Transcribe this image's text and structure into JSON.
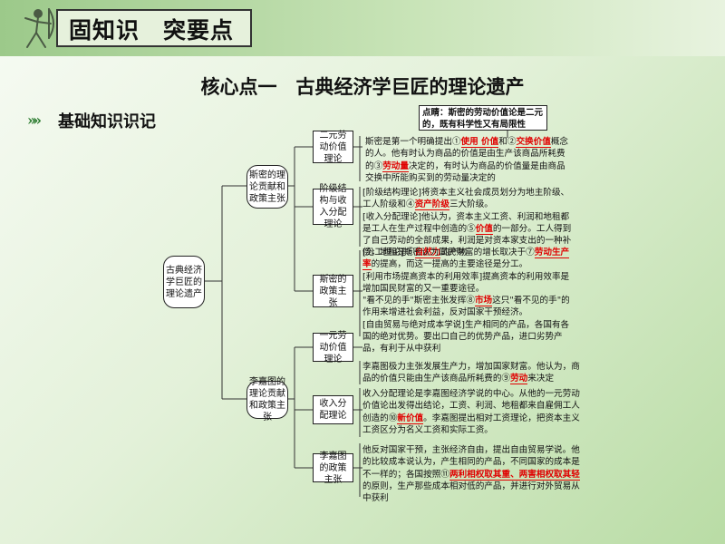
{
  "header": {
    "title": "固知识　突要点",
    "main_heading": "核心点一　古典经济学巨匠的理论遗产",
    "sub_heading": "基础知识识记"
  },
  "note": "点睛：斯密的劳动价值论是二元的，既有科学性又有局限性",
  "root": "古典经济学巨匠的理论遗产",
  "branches": {
    "smith": "斯密的理论贡献和政策主张",
    "ricardo": "李嘉图的理论贡献和政策主张"
  },
  "leaves": {
    "smith_value": "二元劳动价值理论",
    "smith_class": "阶级结构与收入分配理论",
    "smith_policy": "斯密的政策主张",
    "ricardo_value": "一元劳动价值理论",
    "ricardo_income": "收入分配理论",
    "ricardo_policy": "李嘉图的政策主张"
  },
  "content": {
    "smith_value": {
      "t1": "斯密是第一个明确提出①",
      "h1": "使用 价值",
      "t2": "和②",
      "h2": "交换价值",
      "t3": "概念的人。他有时认为商品的价值是由生产该商品所耗费的③",
      "h3": "劳动量",
      "t4": "决定的，有时认为商品的价值量是由商品交换中所能购买到的劳动量决定的"
    },
    "smith_class": {
      "t1": "[阶级结构理论]将资本主义社会成员划分为地主阶级、工人阶级和④",
      "h1": "资产阶级",
      "t2": "三大阶级。",
      "t3": "[收入分配理论]他认为，资本主义工资、利润和地租都是工人在生产过程中创造的⑤",
      "h2": "价值",
      "t4": "的一部分。工人得到了自己劳动的全部成果，利润是对资本家支出的一种补偿，地租是⑥",
      "h3": "自然力",
      "t5": "的产物"
    },
    "smith_policy": {
      "t1": "[分工理论]斯密认为国民财富的增长取决于⑦",
      "h1": "劳动生产率",
      "t2": "的提高，而这一提高的主要途径是分工。",
      "t3": "[利用市场提高资本的利用效率]提高资本的利用效率是增加国民财富的又一重要途径。",
      "t4": "\"看不见的手\"斯密主张发挥⑧",
      "h2": "市场",
      "t5": "这只\"看不见的手\"的作用来增进社会利益，反对国家干预经济。",
      "t6": "[自由贸易与绝对成本学说]生产相同的产品，各国有各国的绝对优势。要出口自己的优势产品，进口劣势产品，有利于从中获利"
    },
    "ricardo_value": {
      "t1": "李嘉图极力主张发展生产力，增加国家财富。他认为，商品的价值只能由生产该商品所耗费的⑨",
      "h1": "劳动",
      "t2": "来决定"
    },
    "ricardo_income": {
      "t1": "收入分配理论是李嘉图经济学说的中心。从他的一元劳动价值论出发得出结论，工资、利润、地租都来自雇佣工人创造的⑩",
      "h1": "新价值",
      "t2": "。李嘉图提出相对工资理论，把资本主义工资区分为名义工资和实际工资。"
    },
    "ricardo_policy": {
      "t1": "他反对国家干预，主张经济自由，提出自由贸易学说。他的比较成本说认为，产生相同的产品，不同国家的成本是不一样的；各国按照⑪",
      "h1": "两利相权取其重、两害相权取其轻",
      "t2": "的原则，生产那些成本相对低的产品，并进行对外贸易从中获利"
    }
  },
  "colors": {
    "highlight": "#e00000",
    "header_green": "#9cc98a",
    "sub_icon": "#2e7d32"
  }
}
